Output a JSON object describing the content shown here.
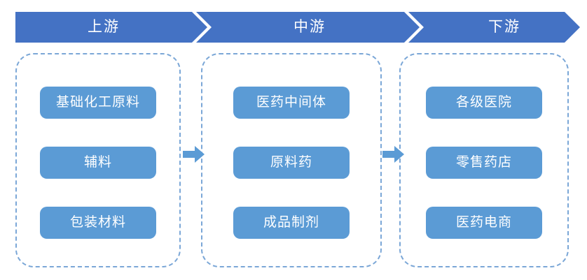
{
  "diagram": {
    "title_banner": {
      "stages": [
        {
          "label": "上游",
          "icon": "chevron-right-icon"
        },
        {
          "label": "中游",
          "icon": "chevron-right-icon"
        },
        {
          "label": "下游",
          "icon": "chevron-right-icon"
        }
      ],
      "banner_color": "#4472C4",
      "text_color": "#FFFFFF"
    },
    "columns": [
      {
        "stage": "上游",
        "border_color": "#7BA7D7",
        "items": [
          {
            "label": "基础化工原料"
          },
          {
            "label": "辅料"
          },
          {
            "label": "包装材料"
          }
        ]
      },
      {
        "stage": "中游",
        "border_color": "#7BA7D7",
        "items": [
          {
            "label": "医药中间体"
          },
          {
            "label": "原料药"
          },
          {
            "label": "成品制剂"
          }
        ]
      },
      {
        "stage": "下游",
        "border_color": "#7BA7D7",
        "items": [
          {
            "label": "各级医院"
          },
          {
            "label": "零售药店"
          },
          {
            "label": "医药电商"
          }
        ]
      }
    ],
    "connectors": [
      {
        "icon": "arrow-right-icon",
        "from": "上游",
        "to": "中游",
        "color": "#5B9BD5"
      },
      {
        "icon": "arrow-right-icon",
        "from": "中游",
        "to": "下游",
        "color": "#5B9BD5"
      }
    ],
    "pill_color": "#5B9BD5",
    "pill_text_color": "#FFFFFF"
  }
}
